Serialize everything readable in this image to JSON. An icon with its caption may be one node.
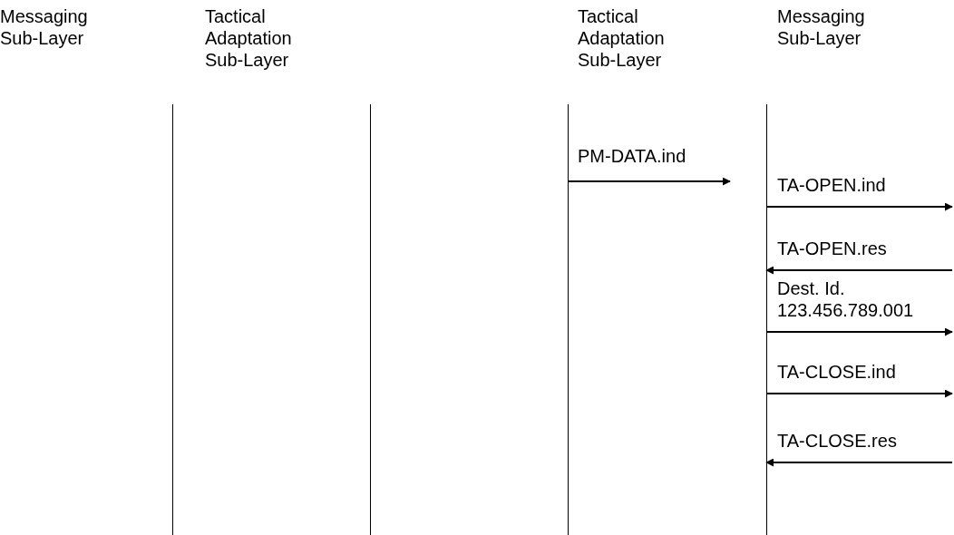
{
  "diagram": {
    "nodes": [
      {
        "text": [
          "Messaging Sub-Layer"
        ]
      },
      {
        "text": [
          "Tactical Adaptation Sub-Layer"
        ]
      },
      {
        "text": [
          "Tactical Adaptation Sub-Layer"
        ]
      },
      {
        "text": [
          "Messaging Sub-Layer"
        ]
      }
    ],
    "edges": [
      {
        "from": 2,
        "to": null,
        "arrow": "to",
        "label": "PM-DATA.ind"
      },
      {
        "from": 3,
        "to": null,
        "arrow": "to",
        "label": "TA-OPEN.ind"
      },
      {
        "from": null,
        "to": 3,
        "arrow": "to",
        "label": "TA-OPEN.res"
      },
      {
        "from": 3,
        "to": null,
        "arrow": "to",
        "label": "Dest. Id. 123.456.789.001"
      },
      {
        "from": 3,
        "to": null,
        "arrow": "to",
        "label": "TA-CLOSE.ind"
      },
      {
        "from": null,
        "to": 3,
        "arrow": "to",
        "label": "TA-CLOSE.res"
      }
    ]
  }
}
